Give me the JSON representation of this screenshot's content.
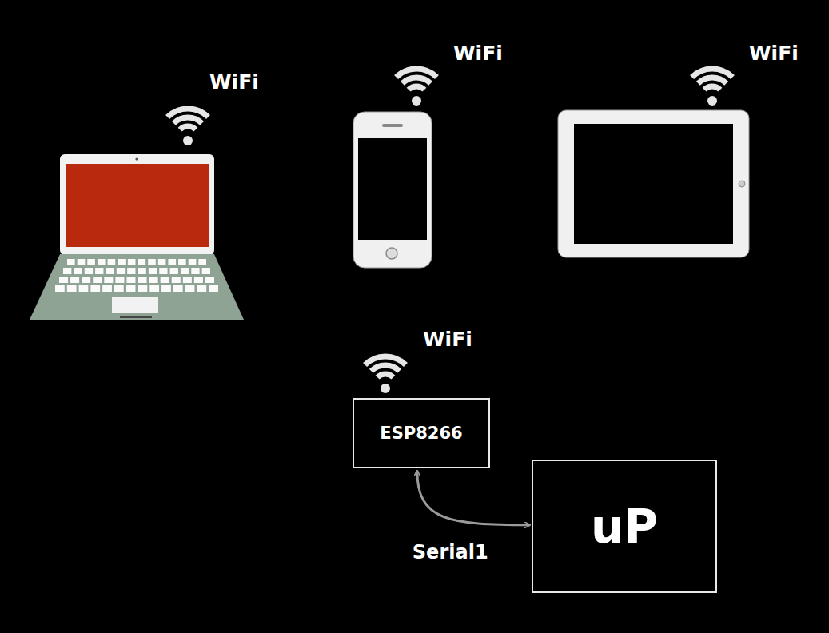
{
  "diagram": {
    "nodes": [
      {
        "text": [
          "ESP8266"
        ]
      },
      {
        "text": [
          "uP"
        ]
      }
    ],
    "edges": [
      {
        "from": 0,
        "to": 1,
        "label": "Serial1",
        "arrow": "both"
      }
    ],
    "labels": [
      "WiFi",
      "WiFi",
      "WiFi",
      "WiFi"
    ]
  }
}
